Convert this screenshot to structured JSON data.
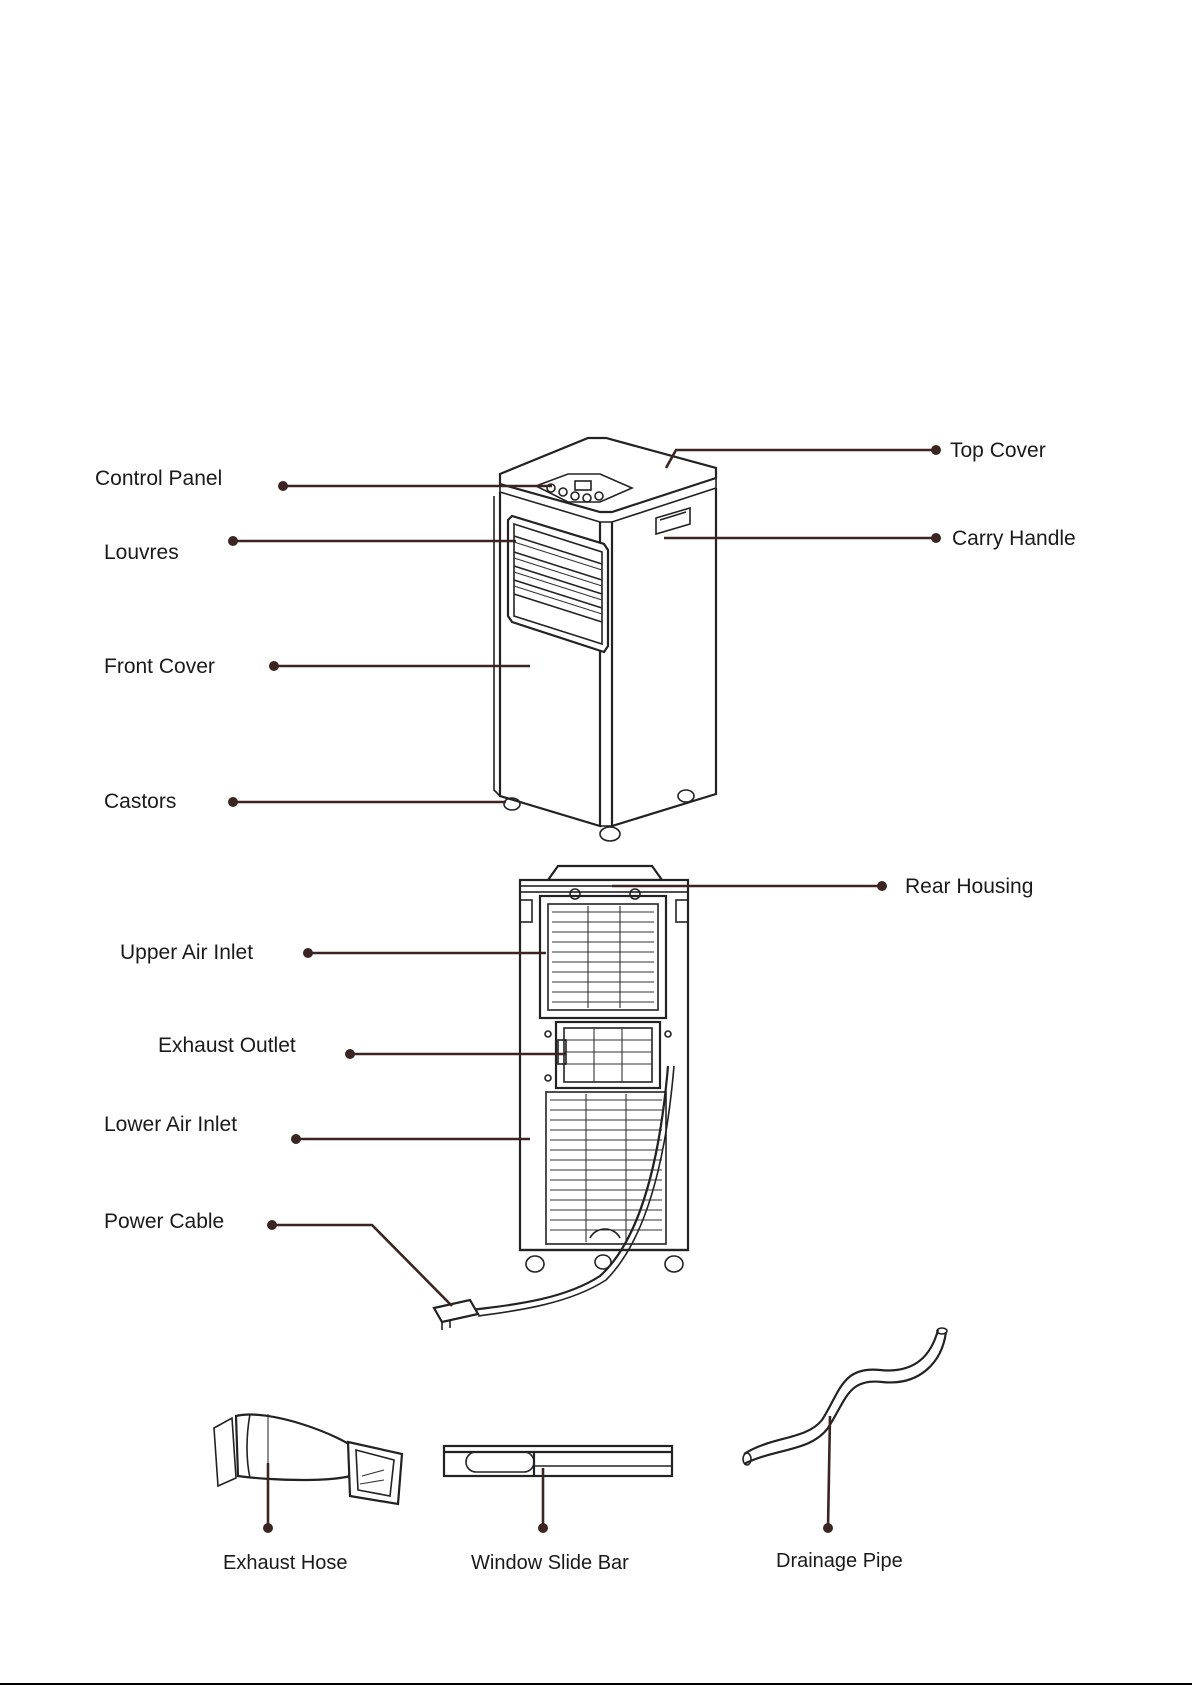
{
  "labels": {
    "top_cover": "Top Cover",
    "control_panel": "Control Panel",
    "carry_handle": "Carry Handle",
    "louvres": "Louvres",
    "front_cover": "Front Cover",
    "castors": "Castors",
    "rear_housing": "Rear Housing",
    "upper_air_inlet": "Upper Air Inlet",
    "exhaust_outlet": "Exhaust Outlet",
    "lower_air_inlet": "Lower Air Inlet",
    "power_cable": "Power Cable",
    "exhaust_hose": "Exhaust Hose",
    "window_slide_bar": "Window Slide Bar",
    "drainage_pipe": "Drainage Pipe"
  },
  "colors": {
    "leader": "#3a2522",
    "line_art": "#222222",
    "background": "#ffffff"
  }
}
